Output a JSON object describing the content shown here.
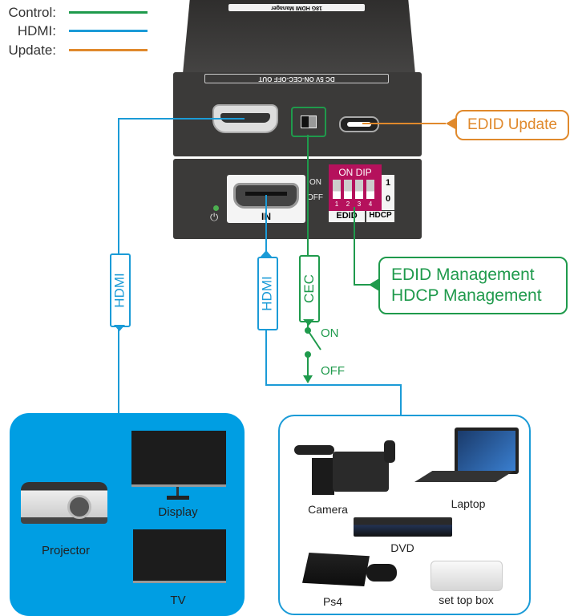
{
  "legend": [
    {
      "label": "Control:",
      "color": "#1f9a4c"
    },
    {
      "label": "HDMI:",
      "color": "#1b9bd7"
    },
    {
      "label": "Update:",
      "color": "#e0892c"
    }
  ],
  "device": {
    "top_label": "18G HDMI Manager",
    "panel_label": "DC 5V  ON-CEC-OFF   OUT",
    "in_label": "IN",
    "dip": {
      "title": "ON DIP",
      "on": "ON",
      "off": "OFF",
      "numbers": [
        "1",
        "2",
        "3",
        "4"
      ],
      "state_1": "1",
      "state_0": "0",
      "edid": "EDID",
      "hdcp": "HDCP",
      "color": "#b5115c"
    }
  },
  "links": {
    "hdmi_out": "HDMI",
    "hdmi_in": "HDMI",
    "cec": "CEC",
    "on": "ON",
    "off": "OFF"
  },
  "callouts": {
    "edid_update": "EDID Update",
    "management_line1": "EDID Management",
    "management_line2": "HDCP Management"
  },
  "outputs": {
    "items": [
      "Projector",
      "Display",
      "TV"
    ],
    "color": "#009ee3"
  },
  "sources": {
    "items": [
      "Camera",
      "Laptop",
      "DVD",
      "Ps4",
      "set top box"
    ]
  }
}
